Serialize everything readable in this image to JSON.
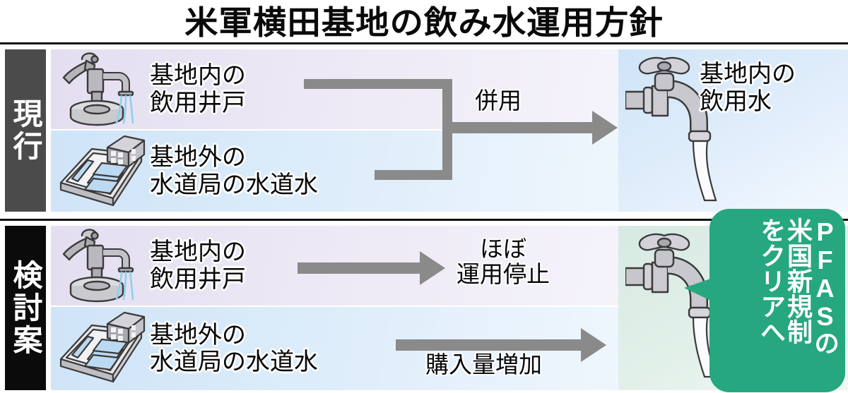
{
  "title": "米軍横田基地の飲み水運用方針",
  "colors": {
    "accent_green": "#26a77f",
    "arrow_gray": "#8a8a8a",
    "tab_current_bg": "#4b4b4b",
    "tab_proposal_bg": "#0b0b0b",
    "panel_lavender": "#e4def0",
    "panel_skyblue": "#cfe4f7",
    "panel_mint": "#d6eae2",
    "text_black": "#080808",
    "text_white": "#ffffff"
  },
  "rows": [
    {
      "id": "current",
      "category_label": "現行",
      "sources": [
        {
          "label": "基地内の\n飲用井戸",
          "icon": "hand-pump-icon"
        },
        {
          "label": "基地外の\n水道局の水道水",
          "icon": "water-treatment-plant-icon"
        }
      ],
      "connector_label": "併用",
      "connector_style": "bracket-merge",
      "output": {
        "label": "基地内の\n飲用水",
        "icon": "faucet-icon"
      }
    },
    {
      "id": "proposal",
      "category_label": "検討案",
      "sources": [
        {
          "label": "基地内の\n飲用井戸",
          "icon": "hand-pump-icon"
        },
        {
          "label": "基地外の\n水道局の水道水",
          "icon": "water-treatment-plant-icon"
        }
      ],
      "connector_label_top": "ほぼ\n運用停止",
      "connector_label_bottom": "購入量増加",
      "connector_style": "two-arrows",
      "output": {
        "label": "",
        "icon": "faucet-icon"
      }
    }
  ],
  "callout": {
    "columns": [
      "PFASの",
      "米国新規制",
      "をクリアへ"
    ],
    "color": "#26a77f"
  }
}
